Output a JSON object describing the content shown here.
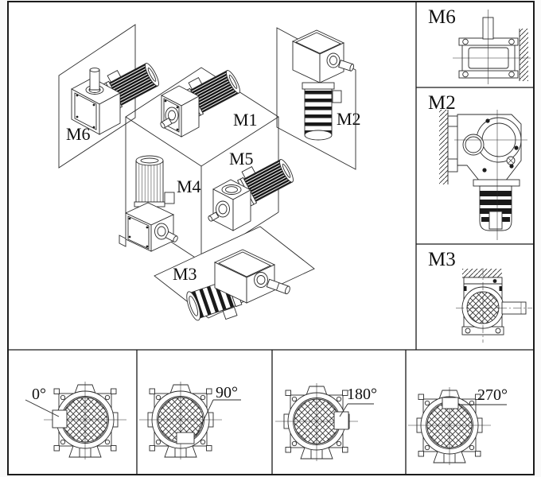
{
  "colors": {
    "line": "#2b2b2b",
    "border": "#1b1b1b",
    "background": "#fafafa",
    "label": "#111111"
  },
  "iso_view": {
    "labels": {
      "m1": "M1",
      "m2": "M2",
      "m3": "M3",
      "m4": "M4",
      "m5": "M5",
      "m6": "M6"
    }
  },
  "side_views": {
    "m6": {
      "label": "M6"
    },
    "m2": {
      "label": "M2"
    },
    "m3": {
      "label": "M3"
    }
  },
  "terminal_box_positions": {
    "a0": {
      "label": "0°"
    },
    "a90": {
      "label": "90°"
    },
    "a180": {
      "label": "180°"
    },
    "a270": {
      "label": "270°"
    }
  }
}
